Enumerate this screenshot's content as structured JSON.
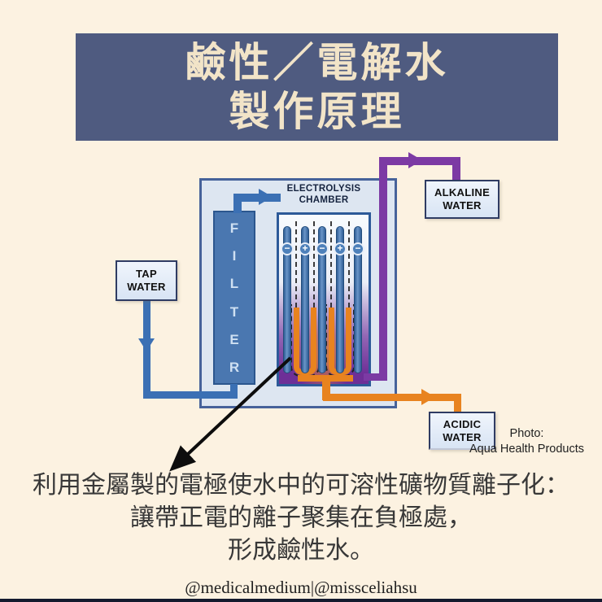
{
  "title": {
    "line1": "鹼性／電解水",
    "line2": "製作原理"
  },
  "diagram": {
    "chamber_label_line1": "ELECTROLYSIS",
    "chamber_label_line2": "CHAMBER",
    "filter_letters": [
      "F",
      "I",
      "L",
      "T",
      "E",
      "R"
    ],
    "electrode_signs": [
      "−",
      "+",
      "−",
      "+",
      "−"
    ],
    "boxes": {
      "tap": {
        "line1": "TAP",
        "line2": "WATER"
      },
      "alkaline": {
        "line1": "ALKALINE",
        "line2": "WATER"
      },
      "acidic": {
        "line1": "ACIDIC",
        "line2": "WATER"
      }
    },
    "colors": {
      "pipe_blue": "#3b70b4",
      "pipe_purple": "#7c3aa4",
      "pipe_orange": "#e8831f",
      "chamber_purple": "#6e2f97",
      "box_fill": "#d8e4f4",
      "box_border": "#2f3c63",
      "background_cream": "#fcf2e1",
      "banner_navy": "#4f5b80",
      "banner_text": "#f2e4c8"
    }
  },
  "credit": {
    "line1": "Photo:",
    "line2": "Aqua Health Products"
  },
  "caption": {
    "line1": "利用金屬製的電極使水中的可溶性礦物質離子化：",
    "line2": "讓帶正電的離子聚集在負極處，",
    "line3": "形成鹼性水。"
  },
  "footer": {
    "handle": "@medicalmedium|@missceliahsu"
  }
}
